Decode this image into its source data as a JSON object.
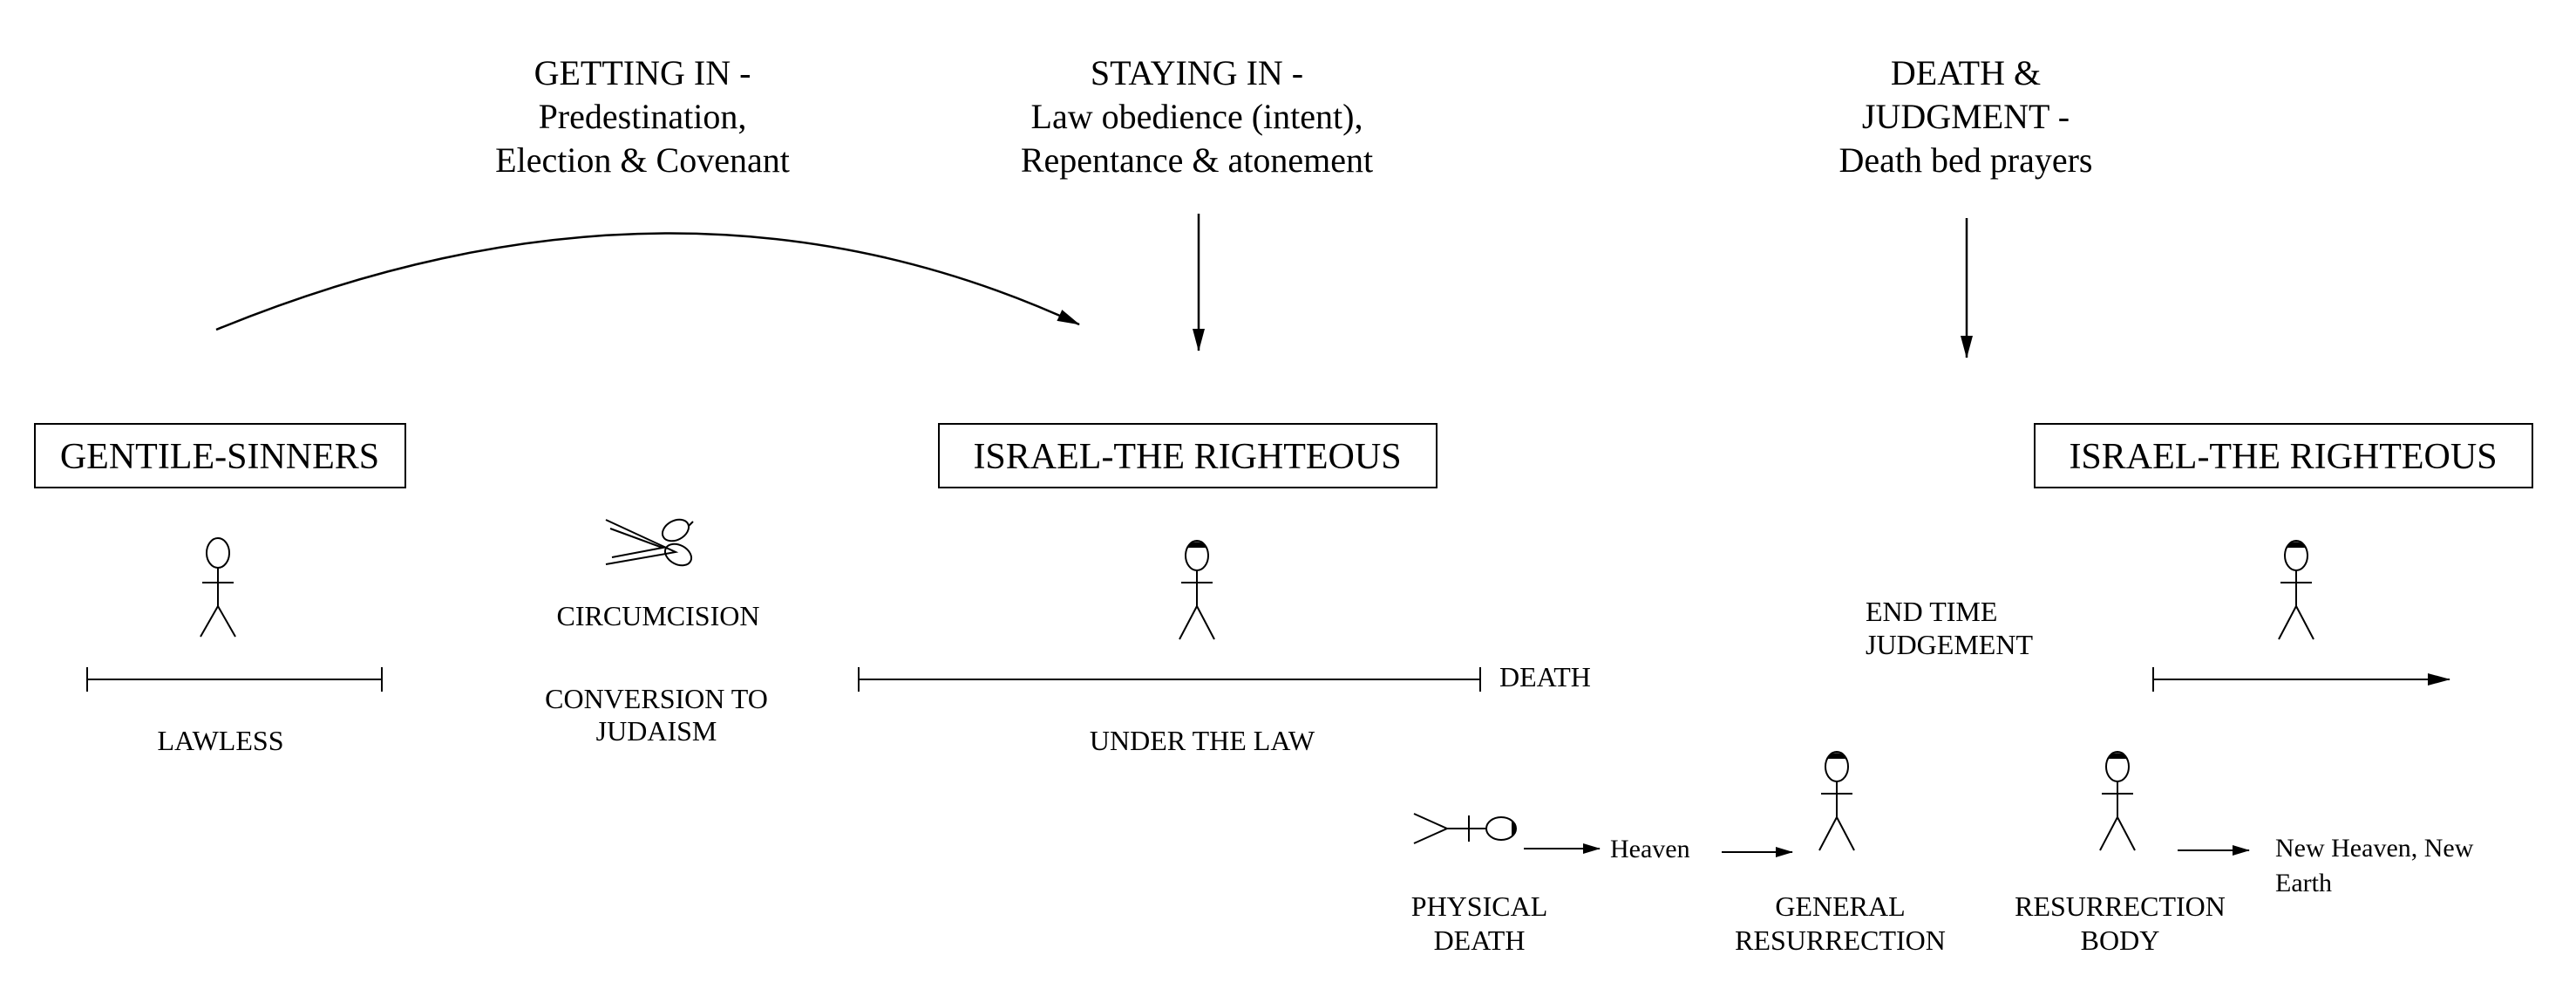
{
  "headers": {
    "getting_in": [
      "GETTING IN -",
      "Predestination,",
      "Election & Covenant"
    ],
    "staying_in": [
      "STAYING IN -",
      "Law obedience (intent),",
      "Repentance & atonement"
    ],
    "death_judgment": [
      "DEATH &",
      "JUDGMENT -",
      "Death bed prayers"
    ]
  },
  "boxes": {
    "gentile": "GENTILE-SINNERS",
    "israel_1": "ISRAEL-THE RIGHTEOUS",
    "israel_2": "ISRAEL-THE RIGHTEOUS"
  },
  "labels": {
    "lawless": "LAWLESS",
    "circumcision": "CIRCUMCISION",
    "conversion": [
      "CONVERSION TO",
      "JUDAISM"
    ],
    "under_the_law": "UNDER THE LAW",
    "death": "DEATH",
    "end_time": [
      "END TIME",
      "JUDGEMENT"
    ],
    "physical_death": [
      "PHYSICAL",
      "DEATH"
    ],
    "heaven": "Heaven",
    "general_resurrection": [
      "GENERAL",
      "RESURRECTION"
    ],
    "resurrection_body": [
      "RESURRECTION",
      "BODY"
    ],
    "new_heaven": [
      "New Heaven, New",
      "Earth"
    ]
  },
  "colors": {
    "ink": "#000000",
    "background": "#ffffff"
  }
}
